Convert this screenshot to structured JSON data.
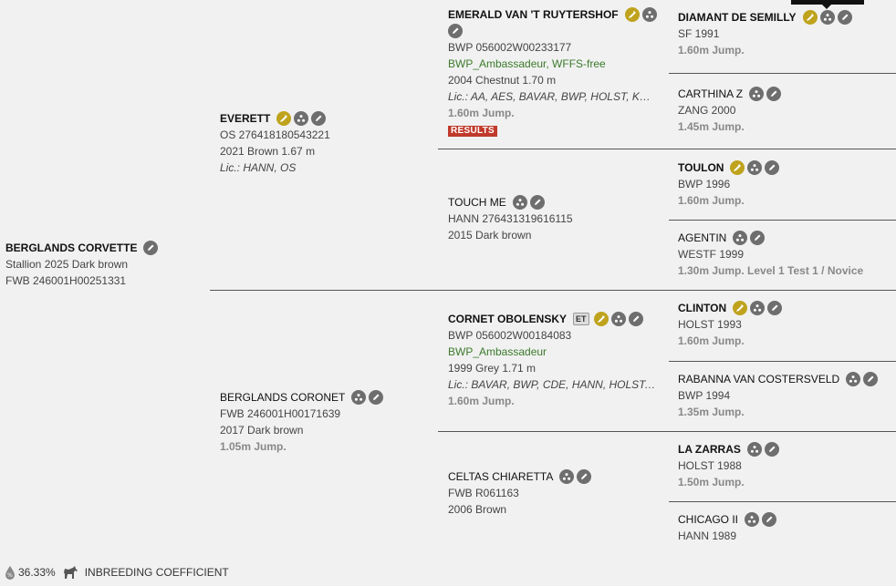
{
  "subject": {
    "name": "BERGLANDS CORVETTE",
    "line1": "Stallion 2025 Dark brown",
    "line2": "FWB 246001H00251331",
    "icons": [
      "pencil-icon"
    ]
  },
  "sire": {
    "name": "EVERETT",
    "line1": "OS 276418180543221",
    "line2": "2021 Brown 1.67 m",
    "lic": "Lic.: HANN, OS"
  },
  "dam": {
    "name": "BERGLANDS CORONET",
    "line1": "FWB 246001H00171639",
    "line2": "2017 Dark brown",
    "jump": "1.05m Jump."
  },
  "ss": {
    "name": "EMERALD VAN 'T RUYTERSHOF",
    "line1": "BWP 056002W00233177",
    "approval": "BWP_Ambassadeur, WFFS-free",
    "line2": "2004 Chestnut 1.70 m",
    "lic": "Lic.: AA, AES, BAVAR, BWP, HOLST, KWPN, ...",
    "jump": "1.60m Jump.",
    "results": "RESULTS"
  },
  "sd": {
    "name": "TOUCH ME",
    "line1": "HANN 276431319616115",
    "line2": "2015 Dark brown"
  },
  "ds": {
    "name": "CORNET OBOLENSKY",
    "et": "ET",
    "line1": "BWP 056002W00184083",
    "approval": "BWP_Ambassadeur",
    "line2": "1999 Grey 1.71 m",
    "lic": "Lic.: BAVAR, BWP, CDE, HANN, HOLST, KW...",
    "jump": "1.60m Jump."
  },
  "dd": {
    "name": "CELTAS CHIARETTA",
    "line1": "FWB R061163",
    "line2": "2006 Brown"
  },
  "ggp": [
    {
      "name": "DIAMANT DE SEMILLY",
      "line1": "SF 1991",
      "jump": "1.60m Jump."
    },
    {
      "name": "CARTHINA Z",
      "line1": "ZANG 2000",
      "jump": "1.45m Jump."
    },
    {
      "name": "TOULON",
      "line1": "BWP 1996",
      "jump": "1.60m Jump."
    },
    {
      "name": "AGENTIN",
      "line1": "WESTF 1999",
      "jump": "1.30m Jump. Level 1 Test 1 / Novice"
    },
    {
      "name": "CLINTON",
      "line1": "HOLST 1993",
      "jump": "1.60m Jump."
    },
    {
      "name": "RABANNA VAN COSTERSVELD",
      "line1": "BWP 1994",
      "jump": "1.35m Jump."
    },
    {
      "name": "LA ZARRAS",
      "line1": "HOLST 1988",
      "jump": "1.50m Jump."
    },
    {
      "name": "CHICAGO II",
      "line1": "HANN 1989"
    }
  ],
  "footer": {
    "percent": "36.33%",
    "label": "INBREEDING COEFFICIENT"
  }
}
